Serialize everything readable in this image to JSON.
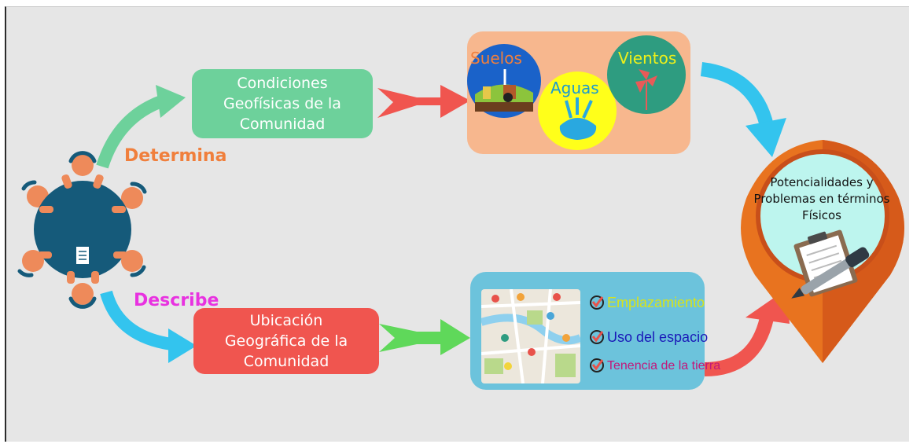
{
  "verbs": {
    "top": "Determina",
    "bottom": "Describe"
  },
  "boxes": {
    "geofisicas": "Condiciones Geofísicas de la Comunidad",
    "ubicacion": "Ubicación Geográfica de la Comunidad"
  },
  "elements": {
    "suelos": "Suelos",
    "aguas": "Aguas",
    "vientos": "Vientos"
  },
  "conditions": [
    "Emplazamiento",
    "Uso del espacio",
    "Tenencia de la tierra"
  ],
  "result": "Potencialidades y Problemas en términos Físicos",
  "colors": {
    "background": "#e6e6e6",
    "green_box": "#6dd19b",
    "red_box": "#f0554f",
    "orange_panel": "#f7b78e",
    "blue_panel": "#6cc3dc",
    "determina": "#f07f3c",
    "describe": "#e832e0",
    "table": "#155a7a",
    "people": "#ee8a5a",
    "cyan_arrow": "#33c4ee",
    "emplazamiento": "#d8e31a",
    "uso_espacio": "#1a1ab8",
    "tenencia": "#c2187a"
  }
}
